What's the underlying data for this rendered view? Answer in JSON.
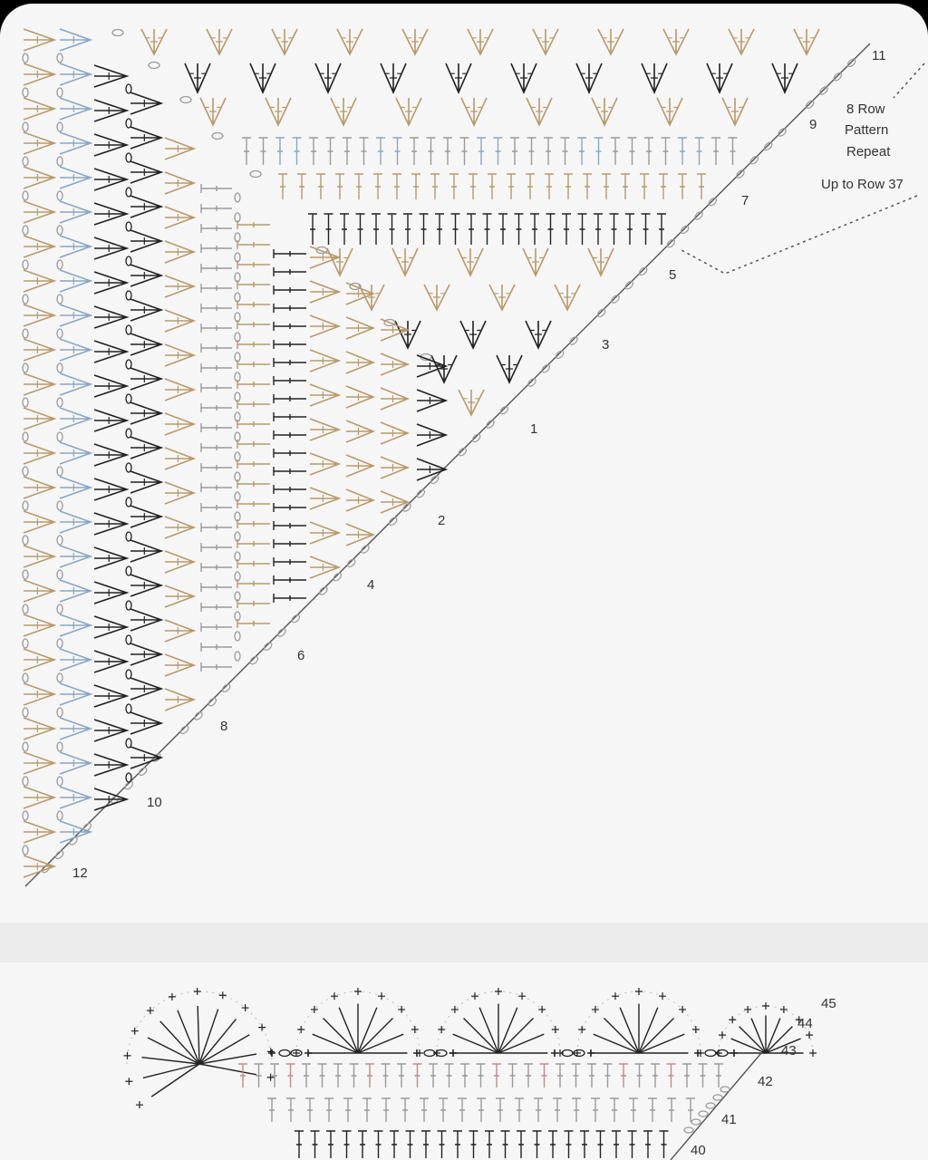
{
  "diagram": {
    "top_row_labels": [
      {
        "id": "1",
        "text": "1"
      },
      {
        "id": "2",
        "text": "2"
      },
      {
        "id": "3",
        "text": "3"
      },
      {
        "id": "4",
        "text": "4"
      },
      {
        "id": "5",
        "text": "5"
      },
      {
        "id": "6",
        "text": "6"
      },
      {
        "id": "7",
        "text": "7"
      },
      {
        "id": "8",
        "text": "8"
      },
      {
        "id": "9",
        "text": "9"
      },
      {
        "id": "10",
        "text": "10"
      },
      {
        "id": "11",
        "text": "11"
      },
      {
        "id": "12",
        "text": "12"
      }
    ],
    "annotation": {
      "line1": "8 Row",
      "line2": "Pattern",
      "line3": "Repeat",
      "line4": "Up to Row 37"
    },
    "edge_row_labels": [
      {
        "id": "40",
        "text": "40"
      },
      {
        "id": "41",
        "text": "41"
      },
      {
        "id": "42",
        "text": "42"
      },
      {
        "id": "43",
        "text": "43"
      },
      {
        "id": "44",
        "text": "44"
      },
      {
        "id": "45",
        "text": "45"
      }
    ],
    "colors": {
      "ink": "#222222",
      "tan": "#b89a6a",
      "blue": "#8aa6c2",
      "pink": "#c48a8a",
      "grey": "#9a9a9a"
    }
  }
}
